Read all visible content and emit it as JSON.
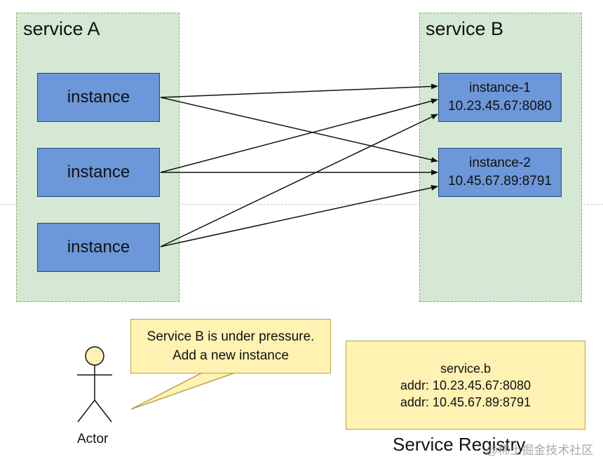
{
  "service_a": {
    "title": "service A",
    "instances": [
      "instance",
      "instance",
      "instance"
    ]
  },
  "service_b": {
    "title": "service B",
    "instances": [
      {
        "name": "instance-1",
        "addr": "10.23.45.67:8080"
      },
      {
        "name": "instance-2",
        "addr": "10.45.67.89:8791"
      }
    ]
  },
  "actor": {
    "label": "Actor"
  },
  "speech_bubble": {
    "line1": "Service B is under pressure.",
    "line2": "Add a new instance"
  },
  "registry": {
    "service": "service.b",
    "entries": [
      "addr: 10.23.45.67:8080",
      "addr: 10.45.67.89:8791"
    ],
    "caption": "Service Registry"
  },
  "watermark": "@稀土掘金技术社区",
  "colors": {
    "group_fill": "#d5e8d4",
    "group_border": "#82b366",
    "instance_fill": "#6c97d8",
    "instance_border": "#23497f",
    "note_fill": "#fff2b3",
    "note_border": "#b8a447",
    "actor_head": "#fff2b3"
  }
}
